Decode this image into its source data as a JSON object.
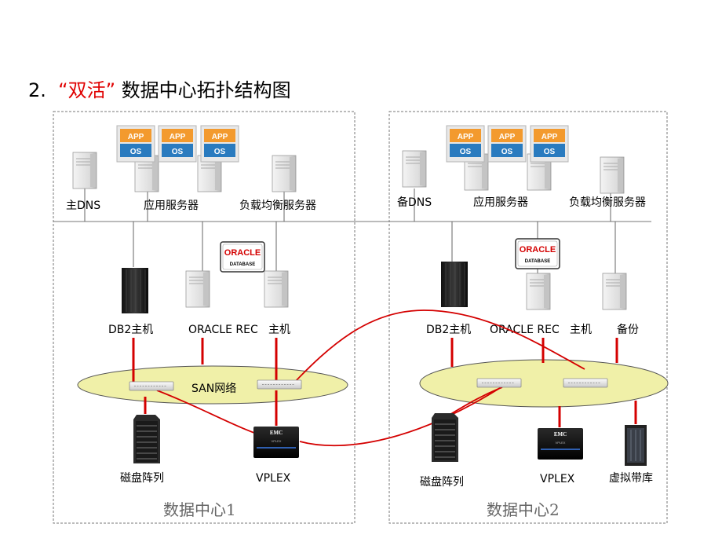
{
  "title": {
    "number": "2.",
    "highlight": "“双活”",
    "rest": "数据中心拓扑结构图"
  },
  "colors": {
    "link": "#d40000",
    "san_fill": "#f0f0a8",
    "dc_border": "#777777",
    "app_orange": "#f39a2e",
    "os_blue": "#2a7bbf"
  },
  "app_stack": {
    "app": "APP",
    "os": "OS"
  },
  "oracle_logo": {
    "brand": "ORACLE",
    "sub": "DATABASE"
  },
  "datacenter1": {
    "label": "数据中心1",
    "dns": "主DNS",
    "app_servers": "应用服务器",
    "lb_servers": "负载均衡服务器",
    "db2": "DB2主机",
    "oracle_rec": "ORACLE REC",
    "oracle_host": "主机",
    "san": "SAN网络",
    "disk_array": "磁盘阵列",
    "vplex": "VPLEX"
  },
  "datacenter2": {
    "label": "数据中心2",
    "dns": "备DNS",
    "app_servers": "应用服务器",
    "lb_servers": "负载均衡服务器",
    "db2": "DB2主机",
    "oracle_rec": "ORACLE REC",
    "oracle_host": "主机",
    "backup": "备份",
    "disk_array": "磁盘阵列",
    "vplex": "VPLEX",
    "vtl": "虚拟带库"
  },
  "vplex_badge": {
    "brand": "EMC",
    "product": "VPLEX"
  }
}
